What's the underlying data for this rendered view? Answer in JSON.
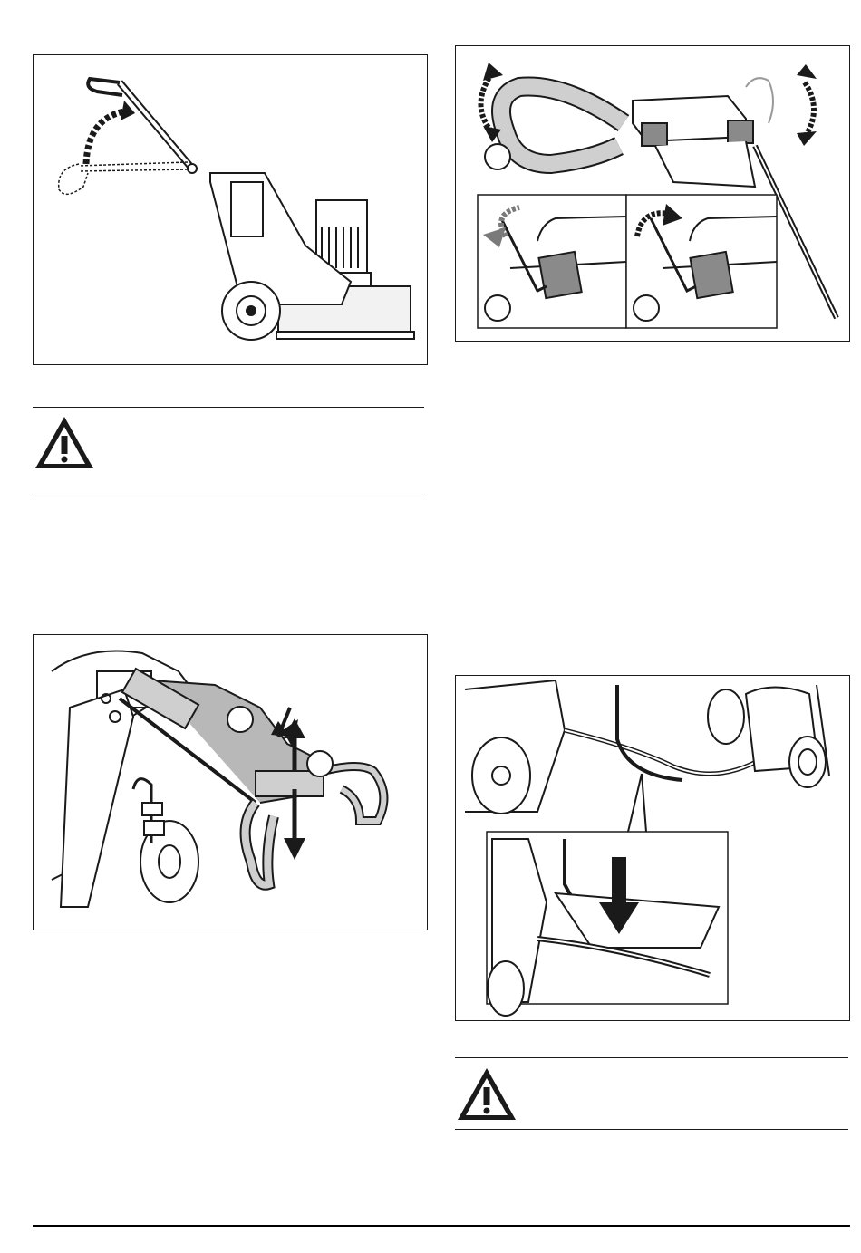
{
  "document": {
    "figures": [
      {
        "id": "fig-handle-fold",
        "description_icon": "machine-handle-fold-illustration"
      },
      {
        "id": "fig-handle-height",
        "description_icon": "handle-height-adjust-illustration"
      },
      {
        "id": "fig-handle-extend",
        "description_icon": "handle-extend-illustration"
      },
      {
        "id": "fig-cable-hook",
        "description_icon": "cable-hook-illustration"
      }
    ],
    "warnings": [
      {
        "icon": "warning-triangle-icon",
        "text": ""
      },
      {
        "icon": "warning-triangle-icon",
        "text": ""
      }
    ],
    "colors": {
      "line": "#1a1a1a",
      "fill_grey": "#cfcfcf",
      "dark_grey": "#8a8a8a"
    }
  }
}
